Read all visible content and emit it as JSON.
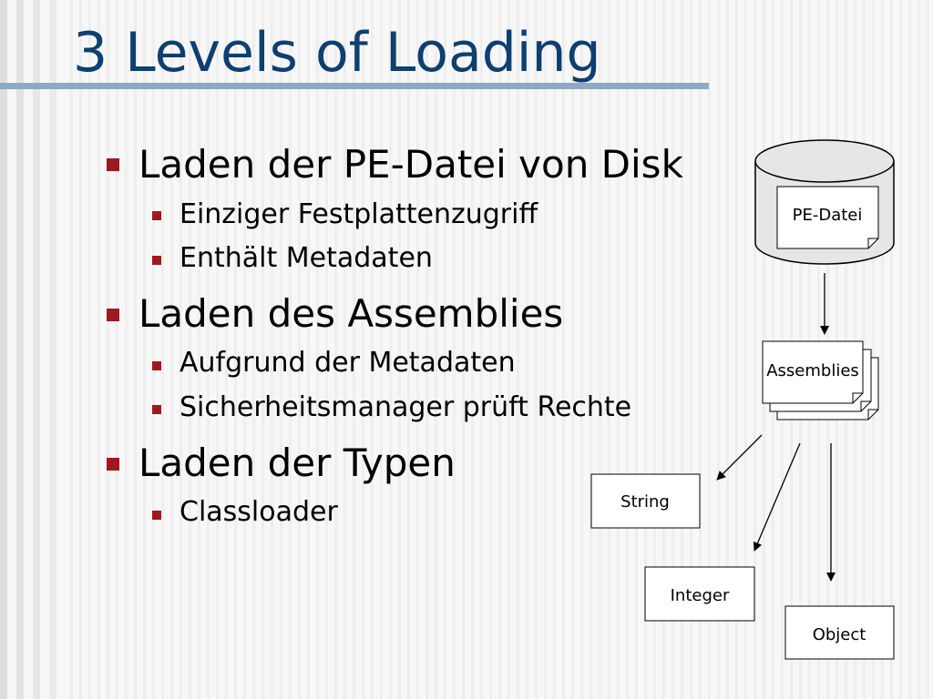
{
  "slide": {
    "title": "3 Levels of Loading",
    "bullets": [
      {
        "text": "Laden der PE-Datei von Disk",
        "sub": [
          "Einziger Festplattenzugriff",
          "Enthält Metadaten"
        ]
      },
      {
        "text": "Laden des Assemblies",
        "sub": [
          "Aufgrund der Metadaten",
          "Sicherheitsmanager prüft Rechte"
        ]
      },
      {
        "text": "Laden der Typen",
        "sub": [
          "Classloader"
        ]
      }
    ]
  },
  "diagram": {
    "disk_label": "PE-Datei",
    "assemblies_label": "Assemblies",
    "types": [
      "String",
      "Integer",
      "Object"
    ]
  },
  "colors": {
    "title": "#0d3f70",
    "bullet_marker": "#a01820",
    "title_rule": "#8fa8c6",
    "disk_fill": "#e6e6e6"
  }
}
